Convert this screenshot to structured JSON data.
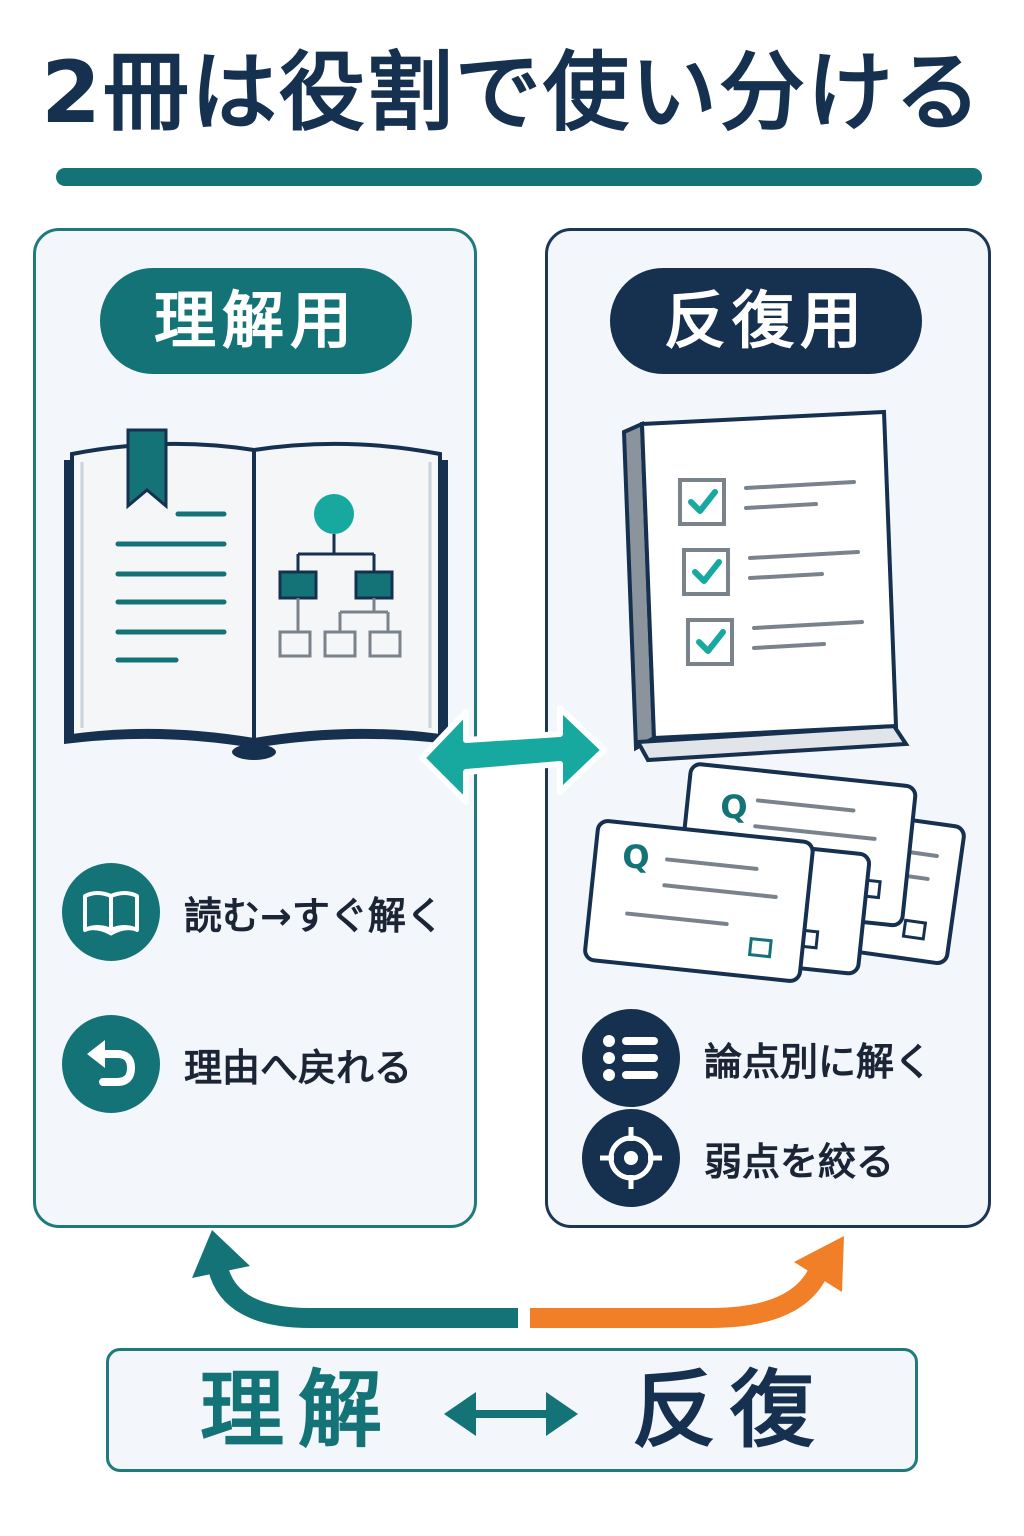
{
  "title": "2冊は役割で使い分ける",
  "left_panel": {
    "label": "理解用",
    "features": [
      {
        "icon": "open-book-icon",
        "text": "読む→すぐ解く"
      },
      {
        "icon": "return-arrow-icon",
        "text": "理由へ戻れる"
      }
    ]
  },
  "right_panel": {
    "label": "反復用",
    "card_letter": "Q",
    "features": [
      {
        "icon": "list-icon",
        "text": "論点別に解く"
      },
      {
        "icon": "target-icon",
        "text": "弱点を絞る"
      }
    ]
  },
  "bottom": {
    "left_word": "理解",
    "right_word": "反復"
  },
  "colors": {
    "teal": "#137377",
    "navy": "#16304f",
    "orange": "#f07f27",
    "panel_bg": "#f3f6fa"
  }
}
